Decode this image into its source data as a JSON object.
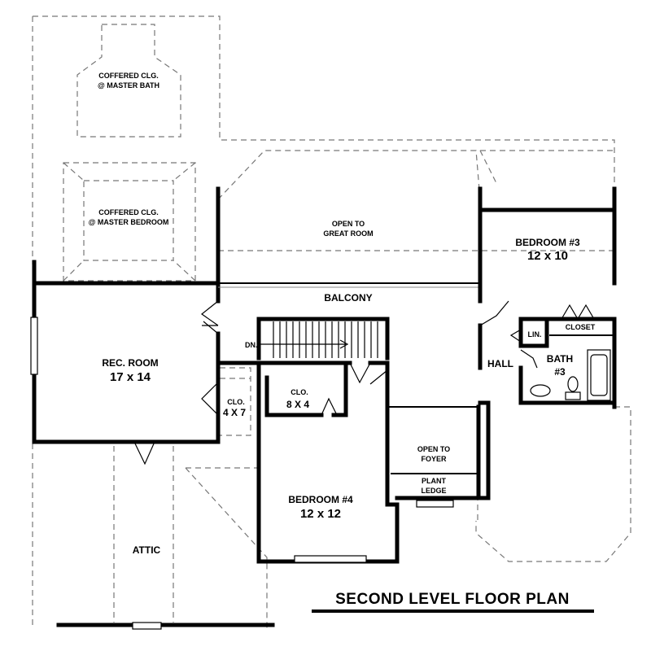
{
  "plan": {
    "title": "SECOND LEVEL FLOOR PLAN",
    "rooms": {
      "rec_room": {
        "name": "REC. ROOM",
        "dim": "17 x 14"
      },
      "bedroom3": {
        "name": "BEDROOM #3",
        "dim": "12 x 10"
      },
      "bedroom4": {
        "name": "BEDROOM #4",
        "dim": "12 x 12"
      },
      "bath3": {
        "name": "BATH",
        "num": "#3"
      },
      "hall": "HALL",
      "balcony": "BALCONY",
      "attic": "ATTIC",
      "closet": "CLOSET",
      "linen": "LIN.",
      "clo_left": {
        "name": "CLO.",
        "dim": "4 X 7"
      },
      "clo_mid": {
        "name": "CLO.",
        "dim": "8 X 4"
      },
      "stairs_dn": "DN.",
      "open_great_room": {
        "line1": "OPEN TO",
        "line2": "GREAT ROOM"
      },
      "open_foyer": {
        "line1": "OPEN TO",
        "line2": "FOYER"
      },
      "plant_ledge": {
        "line1": "PLANT",
        "line2": "LEDGE"
      },
      "coffered_bath": {
        "line1": "COFFERED CLG.",
        "line2": "@ MASTER BATH"
      },
      "coffered_bedroom": {
        "line1": "COFFERED CLG.",
        "line2": "@ MASTER BEDROOM"
      }
    }
  }
}
